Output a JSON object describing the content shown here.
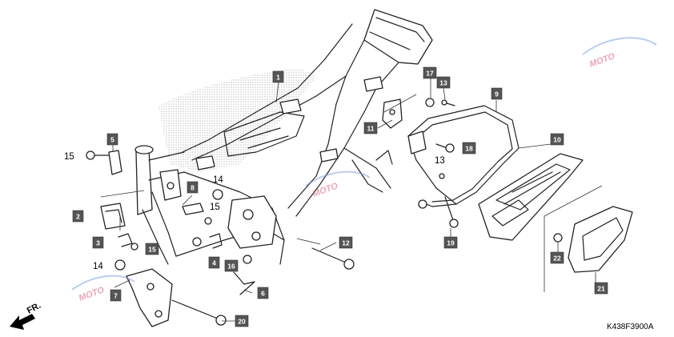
{
  "diagram": {
    "code": "K438F3900A",
    "front_marker": "FR.",
    "watermark": "MOTO"
  },
  "part_numbers": {
    "boxed": [
      "1",
      "2",
      "3",
      "4",
      "5",
      "6",
      "7",
      "8",
      "9",
      "10",
      "11",
      "12",
      "13",
      "15",
      "16",
      "17",
      "18",
      "19",
      "20",
      "21",
      "22"
    ],
    "plain": [
      "15",
      "14",
      "15",
      "14",
      "13"
    ]
  }
}
